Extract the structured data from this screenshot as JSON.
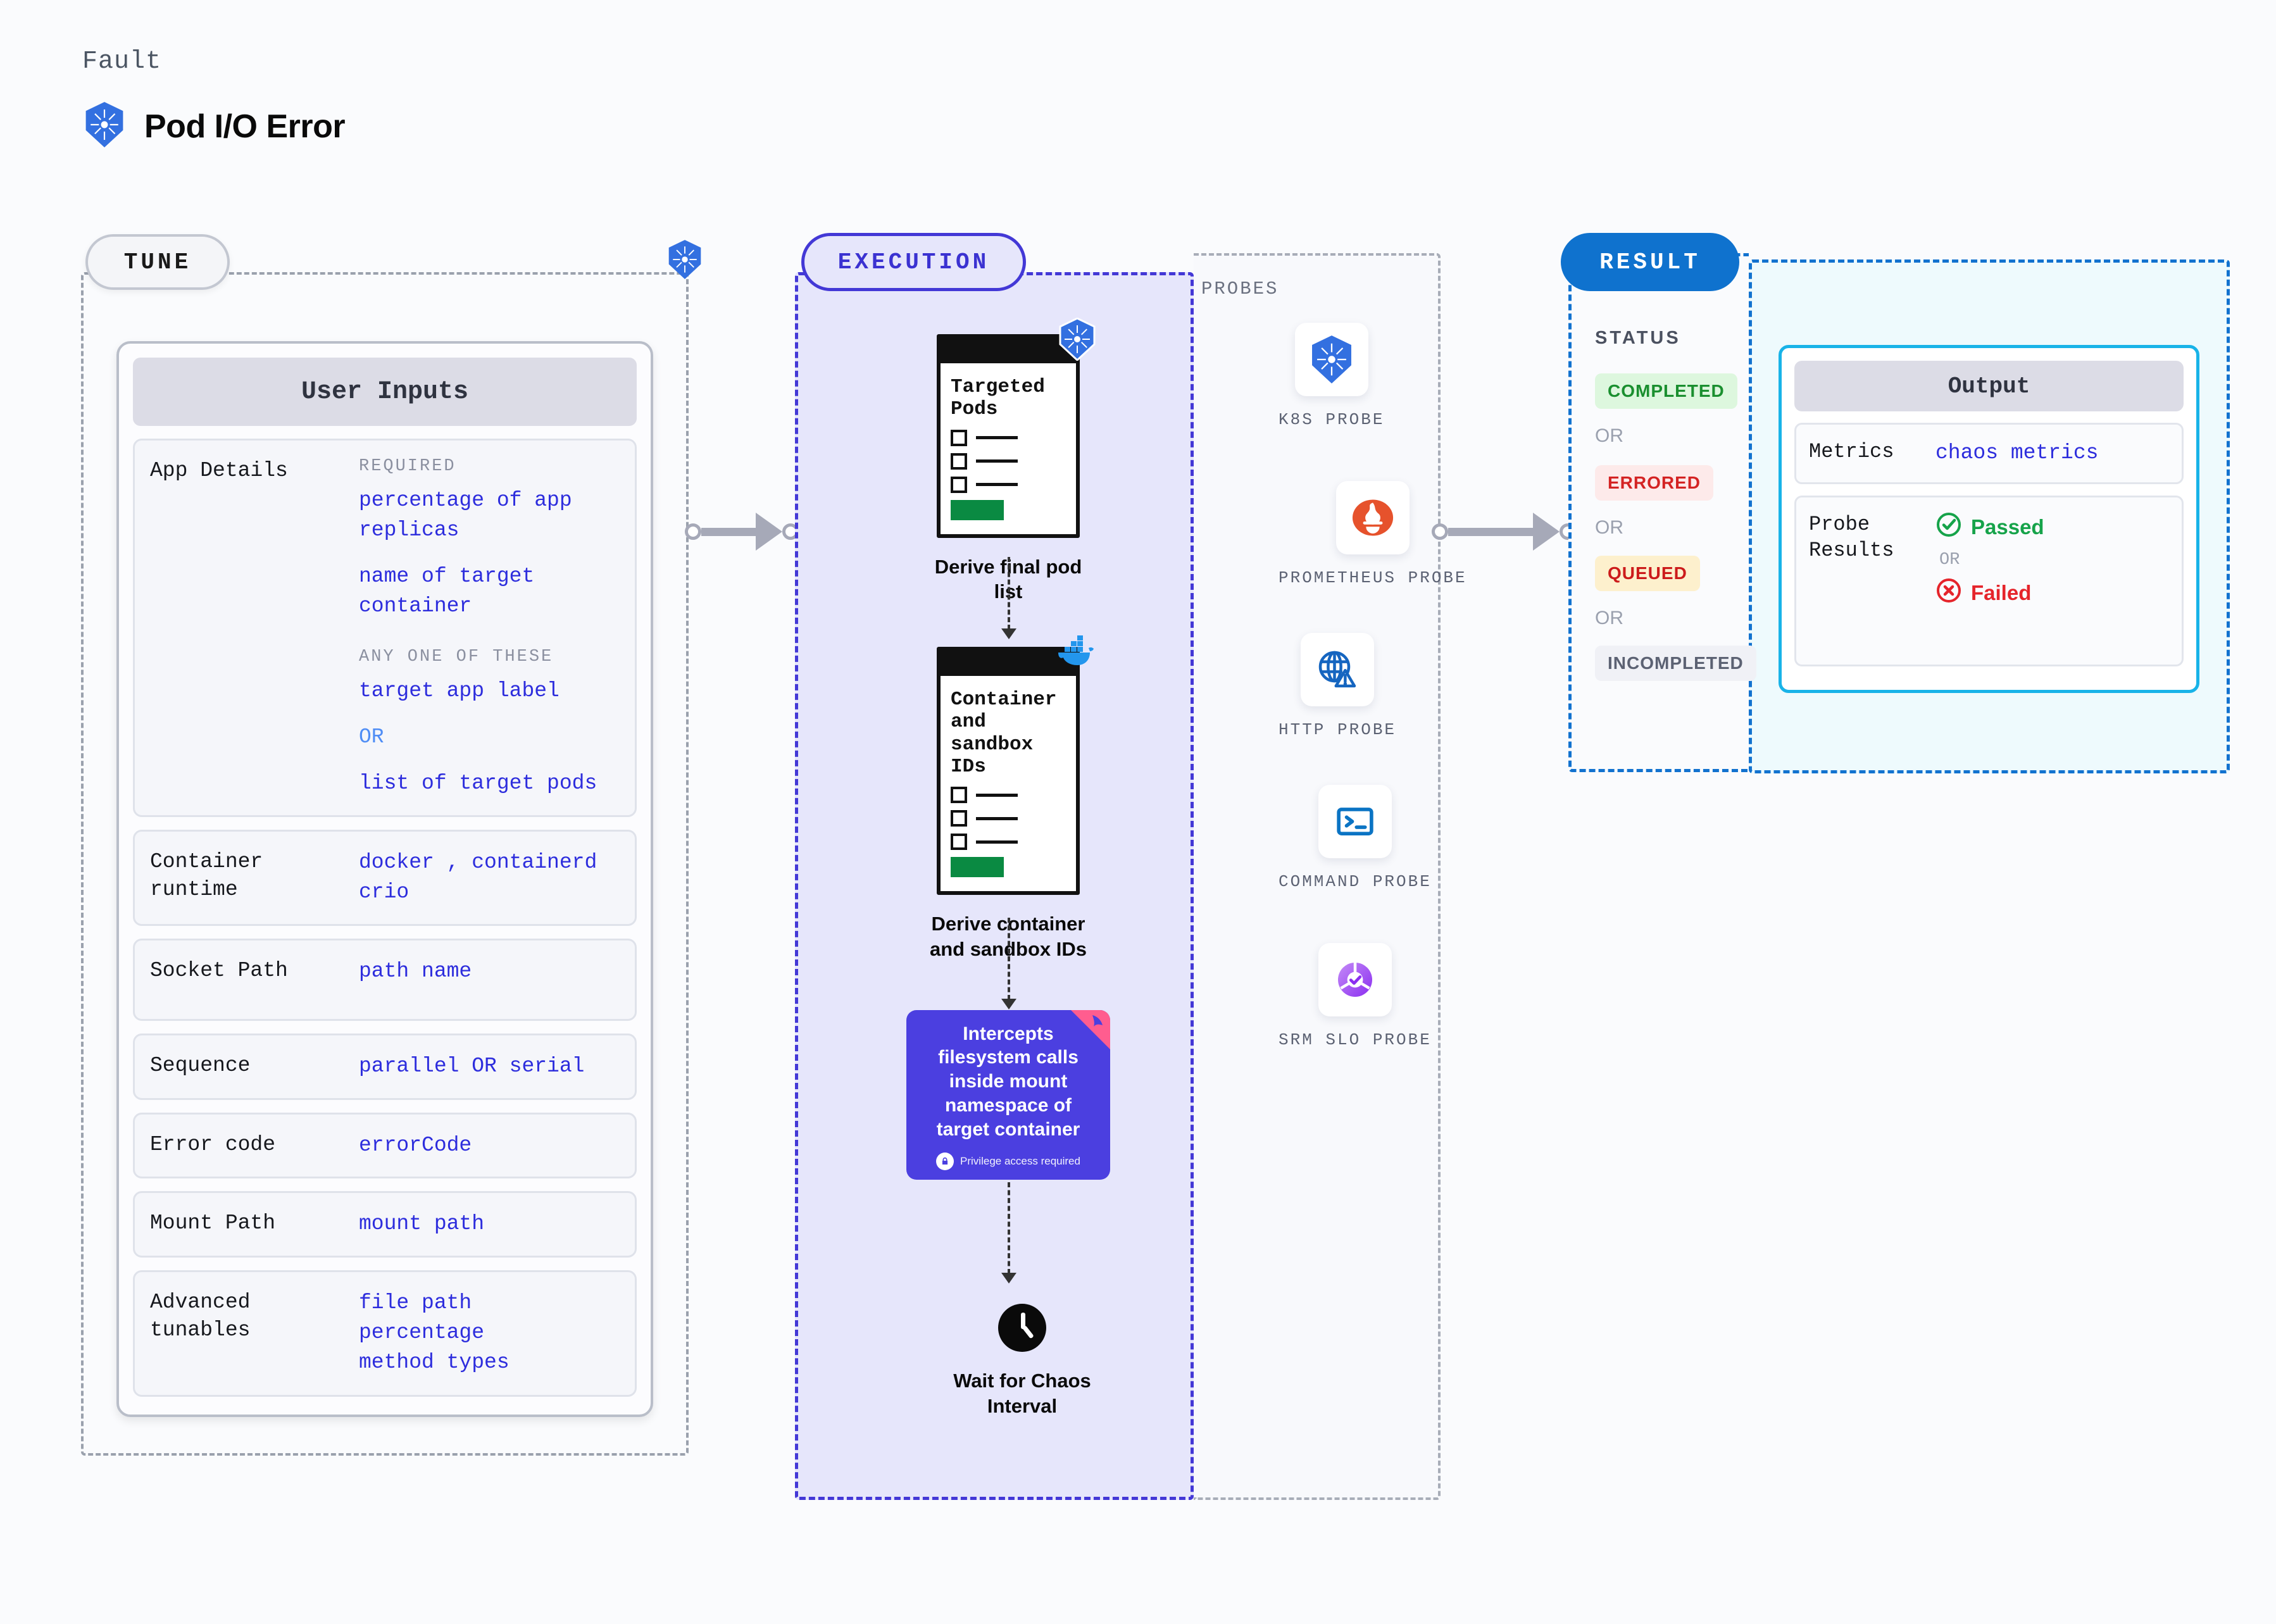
{
  "header": {
    "eyebrow": "Fault",
    "title": "Pod I/O Error",
    "icon": "kubernetes-icon"
  },
  "tune": {
    "badge": "TUNE",
    "card_title": "User Inputs",
    "boundary_icon": "kubernetes-icon",
    "rows": [
      {
        "key": "App Details",
        "groups": [
          {
            "label": "REQUIRED",
            "values": [
              "percentage of app replicas",
              "name of target container"
            ]
          },
          {
            "label": "ANY ONE OF THESE",
            "values": [
              "target app label",
              "OR",
              "list of target pods"
            ]
          }
        ]
      },
      {
        "key": "Container runtime",
        "values": [
          "docker , containerd",
          "crio"
        ]
      },
      {
        "key": "Socket Path",
        "values": [
          "path name"
        ]
      },
      {
        "key": "Sequence",
        "values": [
          "parallel OR serial"
        ]
      },
      {
        "key": "Error code",
        "values": [
          "errorCode"
        ]
      },
      {
        "key": "Mount Path",
        "values": [
          "mount path"
        ]
      },
      {
        "key": "Advanced tunables",
        "values": [
          "file path",
          "percentage",
          "method types"
        ]
      }
    ]
  },
  "execution": {
    "badge": "EXECUTION",
    "nodes": [
      {
        "doc_title": "Targeted Pods",
        "caption": "Derive final pod list",
        "badge_icon": "kubernetes-icon"
      },
      {
        "doc_title": "Container and sandbox IDs",
        "caption": "Derive container and sandbox IDs",
        "badge_icon": "docker-icon"
      }
    ],
    "fault_card": {
      "text": "Intercepts filesystem calls inside mount namespace of target container",
      "note": "Privilege access required",
      "note_icon": "lock-icon",
      "ribbon_icon": "litmus-ribbon-icon",
      "color": "#4b3fe0"
    },
    "wait_node": {
      "caption": "Wait for Chaos Interval",
      "icon": "clock-icon"
    }
  },
  "probes": {
    "title": "PROBES",
    "items": [
      {
        "label": "K8S PROBE",
        "icon": "kubernetes-icon"
      },
      {
        "label": "PROMETHEUS PROBE",
        "icon": "prometheus-icon"
      },
      {
        "label": "HTTP PROBE",
        "icon": "globe-warning-icon"
      },
      {
        "label": "COMMAND PROBE",
        "icon": "terminal-icon"
      },
      {
        "label": "SRM SLO PROBE",
        "icon": "slo-donut-check-icon"
      }
    ]
  },
  "result": {
    "badge": "RESULT",
    "status_title": "STATUS",
    "statuses": [
      {
        "label": "COMPLETED",
        "color": "#1a8f2f",
        "bg": "#ddf7de"
      },
      {
        "label": "ERRORED",
        "color": "#d42323",
        "bg": "#fdeaea"
      },
      {
        "label": "QUEUED",
        "color": "#cc1b1b",
        "bg": "#fdf0cd"
      },
      {
        "label": "INCOMPLETED",
        "color": "#5c6273",
        "bg": "#f0f1f6"
      }
    ],
    "or_label": "OR",
    "output": {
      "title": "Output",
      "rows": [
        {
          "key": "Metrics",
          "value": "chaos metrics"
        },
        {
          "key": "Probe Results",
          "pass": "Passed",
          "or": "OR",
          "fail": "Failed",
          "pass_icon": "check-circle-icon",
          "fail_icon": "x-circle-icon"
        }
      ]
    }
  }
}
